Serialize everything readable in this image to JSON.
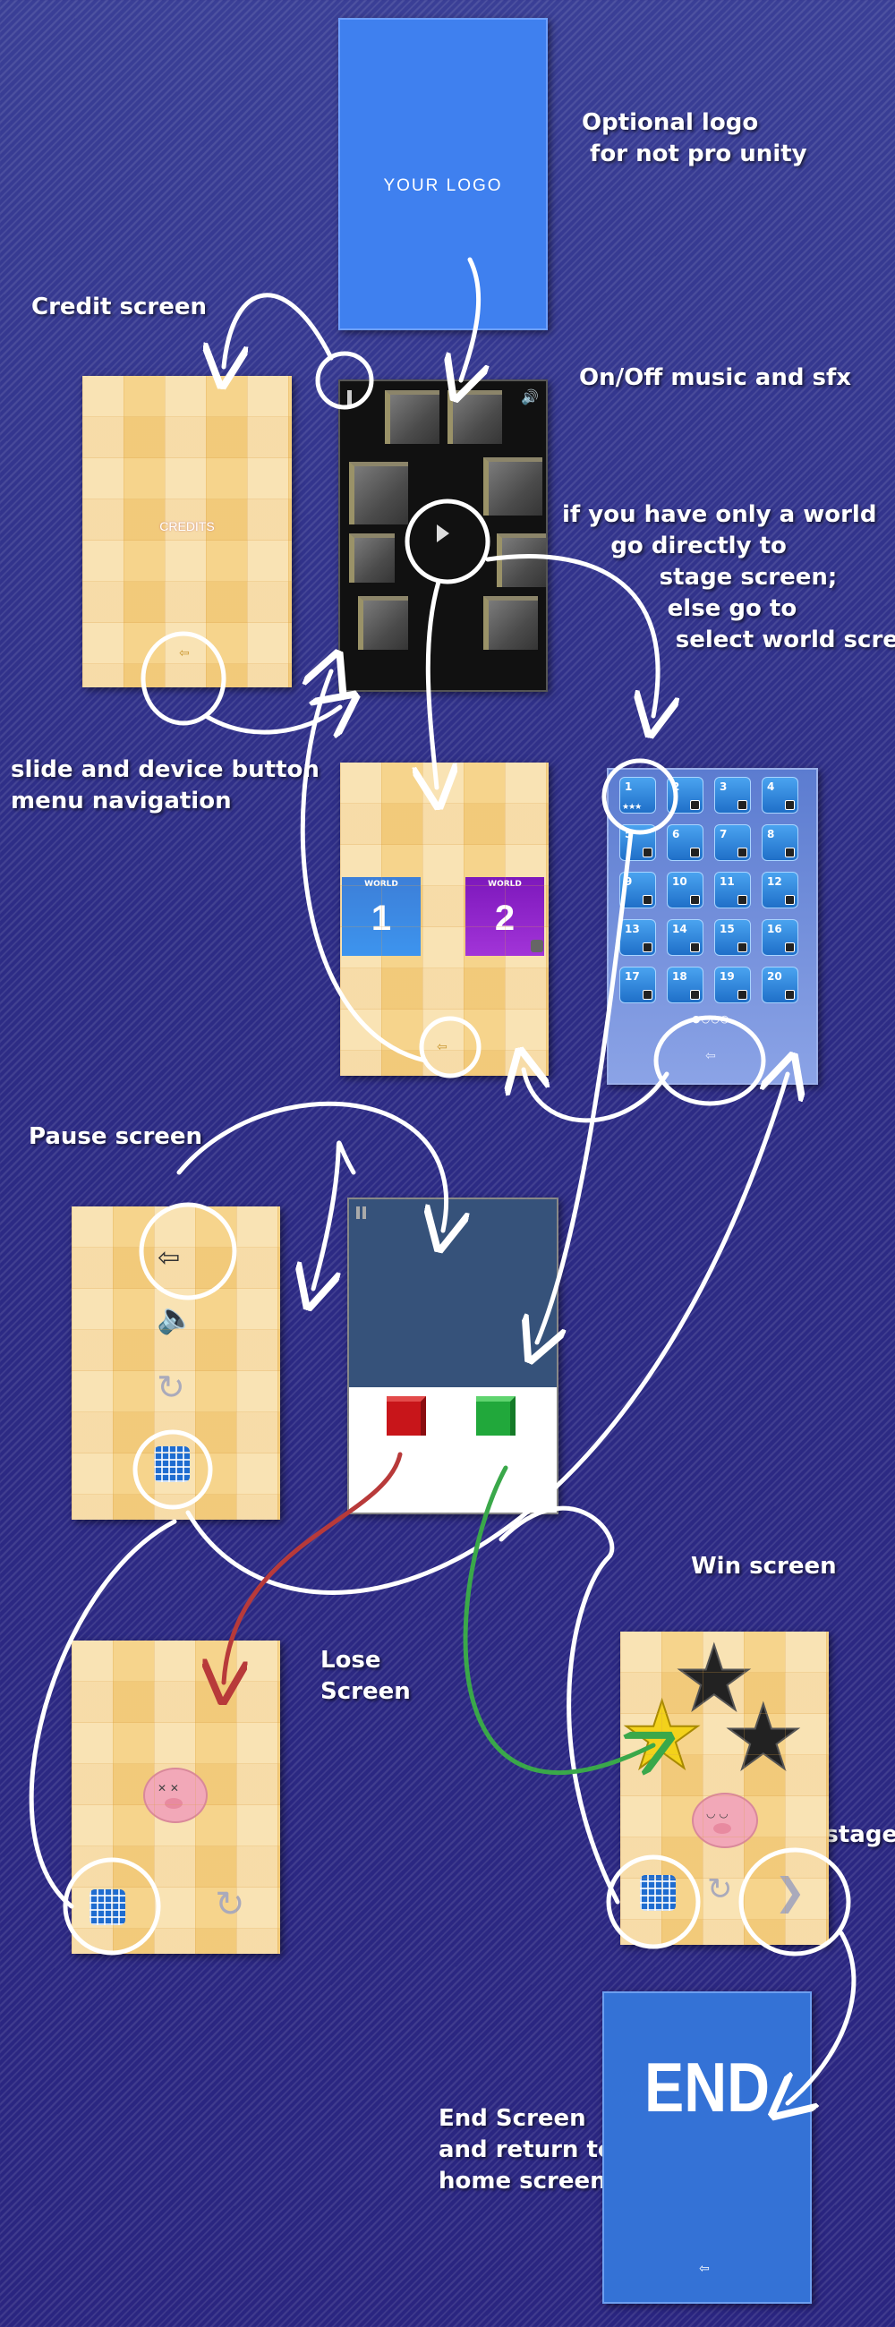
{
  "labels": {
    "optional_logo": "Optional logo\n for not pro unity",
    "credit_screen": "Credit screen",
    "music_sfx": "On/Off music and sfx",
    "only_world": "if you have only a world\n      go directly to\n            stage screen;\n             else go to\n              select world screen",
    "slide_nav": "slide and device button\nmenu navigation",
    "pause_screen": "Pause screen",
    "win_screen": "Win screen",
    "lose_screen": "Lose\nScreen",
    "next_stage": "next stage",
    "end_screen_label": "End Screen\nand return to\nhome screen"
  },
  "logo_screen": {
    "text": "YOUR  LOGO"
  },
  "credits_screen": {
    "text": "CREDITS"
  },
  "world_screen": {
    "worlds": [
      {
        "title": "WORLD",
        "number": "1",
        "color": "#3e8ee6"
      },
      {
        "title": "WORLD",
        "number": "2",
        "color": "#8c22c8"
      }
    ]
  },
  "stage_screen": {
    "stages": [
      "1",
      "2",
      "3",
      "4",
      "5",
      "6",
      "7",
      "8",
      "9",
      "10",
      "11",
      "12",
      "13",
      "14",
      "15",
      "16",
      "17",
      "18",
      "19",
      "20"
    ],
    "first_stars": "★★★"
  },
  "game_screen": {
    "cube_left_color": "#c8151a",
    "cube_right_color": "#21a83b"
  },
  "end_screen": {
    "text": "END"
  },
  "colors": {
    "arrow_white": "#ffffff",
    "arrow_red": "#b83a3a",
    "arrow_green": "#3aa84a"
  },
  "icons": [
    "info-icon",
    "speaker-icon",
    "play-icon",
    "back-icon",
    "sound-icon",
    "restart-icon",
    "menu-grid-icon",
    "pig-icon",
    "star-icon",
    "next-icon",
    "pause-icon",
    "lock-icon"
  ]
}
